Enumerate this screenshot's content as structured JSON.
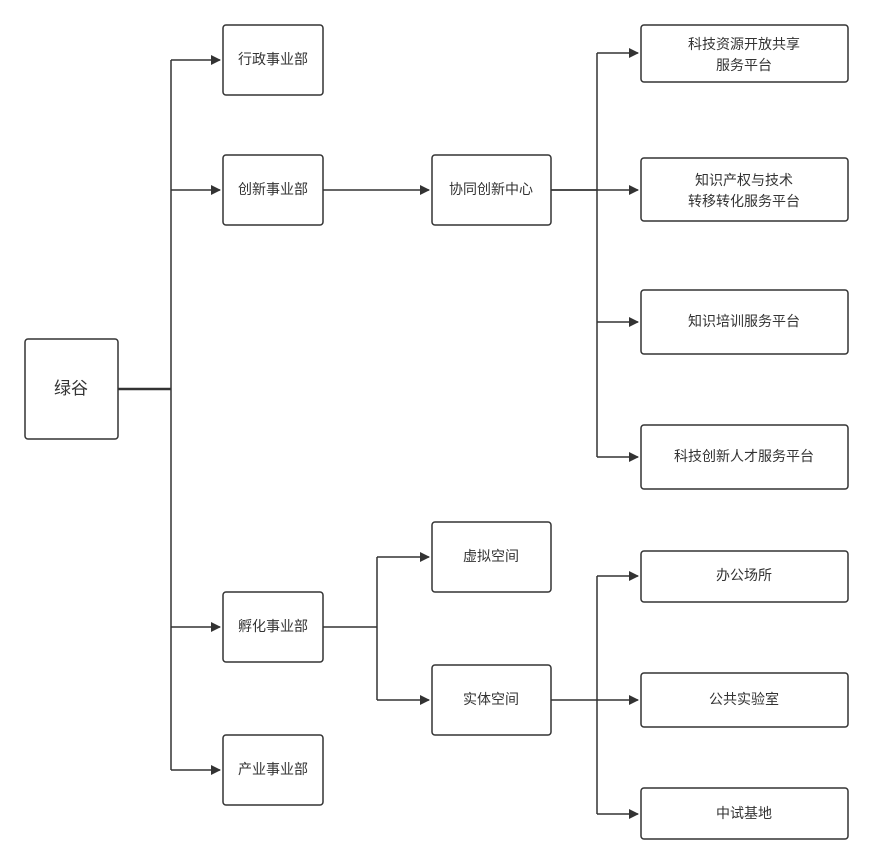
{
  "diagram": {
    "root": "绿谷",
    "departments": {
      "admin": "行政事业部",
      "innovation": "创新事业部",
      "incubation": "孵化事业部",
      "industry": "产业事业部"
    },
    "centers": {
      "collab": "协同创新中心",
      "virtual": "虚拟空间",
      "physical": "实体空间"
    },
    "platforms": {
      "resource_sharing": [
        "科技资源开放共享",
        "服务平台"
      ],
      "ip_transfer": [
        "知识产权与技术",
        "转移转化服务平台"
      ],
      "training": "知识培训服务平台",
      "talent": "科技创新人才服务平台"
    },
    "facilities": {
      "office": "办公场所",
      "lab": "公共实验室",
      "pilot": "中试基地"
    }
  }
}
